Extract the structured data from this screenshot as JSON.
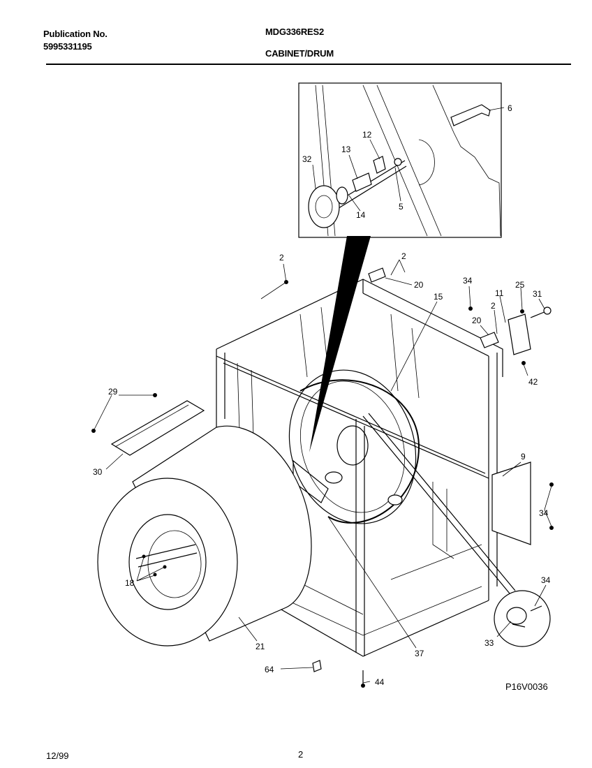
{
  "header": {
    "publication_label": "Publication No.",
    "publication_number": "5995331195",
    "model": "MDG336RES2",
    "section": "CABINET/DRUM"
  },
  "footer": {
    "date": "12/99",
    "page": "2"
  },
  "figure_code": "P16V0036",
  "callouts": {
    "c6": "6",
    "c12": "12",
    "c13": "13",
    "c32": "32",
    "c5": "5",
    "c14": "14",
    "c2a": "2",
    "c2b": "2",
    "c20a": "20",
    "c15": "15",
    "c34a": "34",
    "c11": "11",
    "c25": "25",
    "c31": "31",
    "c2c": "2",
    "c20b": "20",
    "c42": "42",
    "c29": "29",
    "c30": "30",
    "c9": "9",
    "c34b": "34",
    "c18": "18",
    "c34c": "34",
    "c33": "33",
    "c21": "21",
    "c37": "37",
    "c64": "64",
    "c44": "44"
  }
}
